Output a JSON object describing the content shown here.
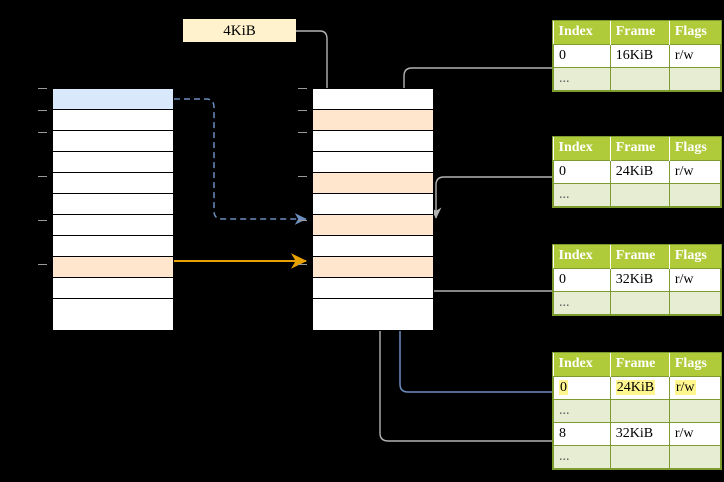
{
  "diagram": {
    "title": "page-table-walk-diagram",
    "background": "#000000",
    "palette": {
      "header_green": "#B0CB3A",
      "alt_row_green": "#E6EDD3",
      "highlight_blue": "#DAE8FC",
      "highlight_peach": "#FFE6CC",
      "chip_yellow": "#FFF2CC",
      "mark_yellow": "#FFF68F",
      "orange_arrow": "#E8A200",
      "blue_arrow": "#6C8EBF",
      "gray_wire": "#B3B3B3"
    }
  },
  "label_chip": {
    "text": "4KiB",
    "name": "page-size-label"
  },
  "left_column": {
    "name": "left-memory-column",
    "row_count": 11,
    "rows": [
      {
        "index": 0,
        "fill": "blue"
      },
      {
        "index": 1,
        "fill": "white"
      },
      {
        "index": 2,
        "fill": "white"
      },
      {
        "index": 3,
        "fill": "white"
      },
      {
        "index": 4,
        "fill": "white"
      },
      {
        "index": 5,
        "fill": "white"
      },
      {
        "index": 6,
        "fill": "white"
      },
      {
        "index": 7,
        "fill": "white"
      },
      {
        "index": 8,
        "fill": "peach"
      },
      {
        "index": 9,
        "fill": "white"
      },
      {
        "index": 10,
        "fill": "white"
      }
    ],
    "tick_rows": [
      0,
      1,
      2,
      4,
      6,
      8
    ]
  },
  "middle_column": {
    "name": "middle-memory-column",
    "row_count": 11,
    "rows": [
      {
        "index": 0,
        "fill": "white"
      },
      {
        "index": 1,
        "fill": "peach"
      },
      {
        "index": 2,
        "fill": "white"
      },
      {
        "index": 3,
        "fill": "white"
      },
      {
        "index": 4,
        "fill": "peach"
      },
      {
        "index": 5,
        "fill": "white"
      },
      {
        "index": 6,
        "fill": "peach"
      },
      {
        "index": 7,
        "fill": "white"
      },
      {
        "index": 8,
        "fill": "peach"
      },
      {
        "index": 9,
        "fill": "white"
      },
      {
        "index": 10,
        "fill": "white"
      }
    ],
    "tick_rows": [
      0,
      1,
      2,
      4,
      6,
      8
    ]
  },
  "page_tables": [
    {
      "name": "page-table-1",
      "columns": [
        "Index",
        "Frame",
        "Flags"
      ],
      "rows": [
        {
          "cells": [
            "0",
            "16KiB",
            "r/w"
          ],
          "alt": false,
          "highlight": []
        },
        {
          "cells": [
            "...",
            "",
            ""
          ],
          "alt": true,
          "highlight": []
        }
      ]
    },
    {
      "name": "page-table-2",
      "columns": [
        "Index",
        "Frame",
        "Flags"
      ],
      "rows": [
        {
          "cells": [
            "0",
            "24KiB",
            "r/w"
          ],
          "alt": false,
          "highlight": []
        },
        {
          "cells": [
            "...",
            "",
            ""
          ],
          "alt": true,
          "highlight": []
        }
      ]
    },
    {
      "name": "page-table-3",
      "columns": [
        "Index",
        "Frame",
        "Flags"
      ],
      "rows": [
        {
          "cells": [
            "0",
            "32KiB",
            "r/w"
          ],
          "alt": false,
          "highlight": []
        },
        {
          "cells": [
            "...",
            "",
            ""
          ],
          "alt": true,
          "highlight": []
        }
      ]
    },
    {
      "name": "page-table-4",
      "columns": [
        "Index",
        "Frame",
        "Flags"
      ],
      "rows": [
        {
          "cells": [
            "0",
            "24KiB",
            "r/w"
          ],
          "alt": false,
          "highlight": [
            0,
            1,
            2
          ]
        },
        {
          "cells": [
            "...",
            "",
            ""
          ],
          "alt": true,
          "highlight": []
        },
        {
          "cells": [
            "8",
            "32KiB",
            "r/w"
          ],
          "alt": false,
          "highlight": []
        },
        {
          "cells": [
            "...",
            "",
            ""
          ],
          "alt": true,
          "highlight": []
        }
      ]
    }
  ],
  "connectors": [
    {
      "name": "chip-to-middle-row1",
      "style": "solid-gray",
      "from": "4KiB label",
      "to": "middle column row 1"
    },
    {
      "name": "left-row0-to-middle-row6",
      "style": "dashed-blue",
      "from": "left column row 0",
      "to": "middle column row 6"
    },
    {
      "name": "left-row8-to-middle-row8",
      "style": "solid-orange",
      "from": "left column row 8",
      "to": "middle column row 8"
    },
    {
      "name": "table1-to-middle-row4",
      "style": "solid-gray",
      "from": "page table 1 row 0",
      "to": "middle column row 4"
    },
    {
      "name": "table2-to-middle-row6",
      "style": "solid-gray",
      "from": "page table 2 row 0",
      "to": "middle column row 6"
    },
    {
      "name": "table3-to-middle-row8",
      "style": "solid-gray",
      "from": "page table 3 row 0",
      "to": "middle column row 8"
    },
    {
      "name": "middle-row6-to-table4-row0",
      "style": "solid-blue",
      "from": "middle column row 6",
      "to": "page table 4 row 0"
    },
    {
      "name": "middle-row8-to-table4-row2",
      "style": "solid-gray",
      "from": "middle column row 8",
      "to": "page table 4 row 2"
    }
  ]
}
